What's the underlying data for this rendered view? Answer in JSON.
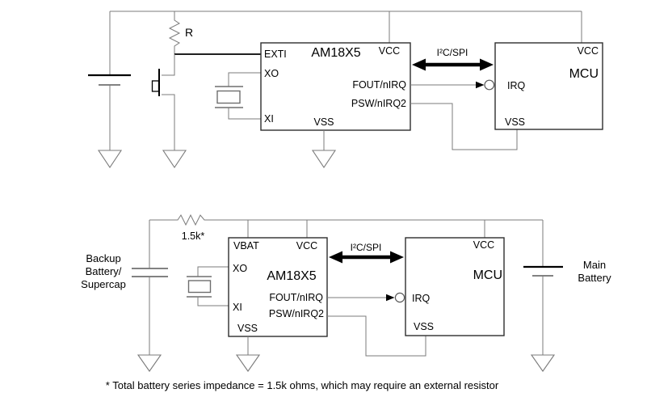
{
  "colors": {
    "background": "#ffffff",
    "wire": "#7b7b7b",
    "ink": "#000000",
    "box_stroke": "#2d2d2d"
  },
  "top_circuit": {
    "resistor_label": "R",
    "rtc": {
      "title": "AM18X5",
      "pin_exti": "EXTI",
      "pin_xo": "XO",
      "pin_xi": "XI",
      "pin_vcc": "VCC",
      "pin_fout": "FOUT/nIRQ",
      "pin_psw": "PSW/nIRQ2",
      "pin_vss": "VSS"
    },
    "bus_label": "I²C/SPI",
    "mcu": {
      "title": "MCU",
      "pin_vcc": "VCC",
      "pin_irq": "IRQ",
      "pin_vss": "VSS"
    }
  },
  "bottom_circuit": {
    "resistor_label": "1.5k*",
    "backup_label": [
      "Backup",
      "Battery/",
      "Supercap"
    ],
    "rtc": {
      "title": "AM18X5",
      "pin_vbat": "VBAT",
      "pin_xo": "XO",
      "pin_xi": "XI",
      "pin_vcc": "VCC",
      "pin_fout": "FOUT/nIRQ",
      "pin_psw": "PSW/nIRQ2",
      "pin_vss": "VSS"
    },
    "bus_label": "I²C/SPI",
    "mcu": {
      "title": "MCU",
      "pin_vcc": "VCC",
      "pin_irq": "IRQ",
      "pin_vss": "VSS"
    },
    "main_battery_label": [
      "Main",
      "Battery"
    ]
  },
  "footnote": "* Total battery series impedance = 1.5k ohms, which may require an external resistor"
}
